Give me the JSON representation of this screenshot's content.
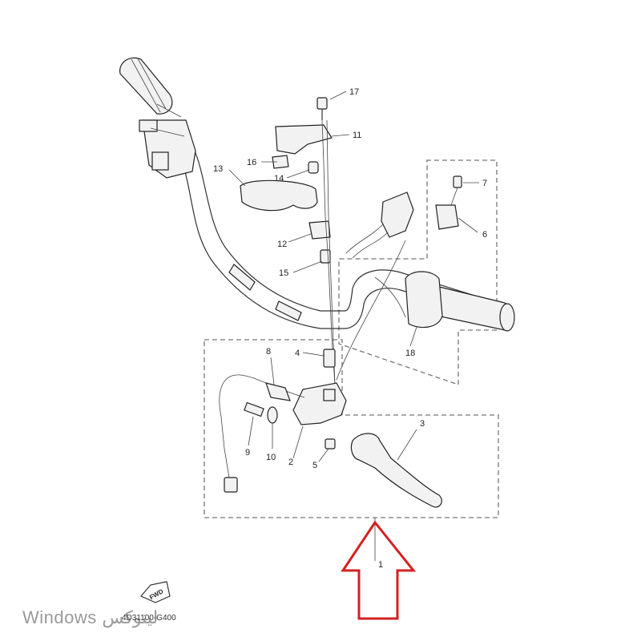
{
  "parts": [
    {
      "id": "1",
      "label": "1"
    },
    {
      "id": "2",
      "label": "2"
    },
    {
      "id": "3",
      "label": "3"
    },
    {
      "id": "4",
      "label": "4"
    },
    {
      "id": "5",
      "label": "5"
    },
    {
      "id": "6",
      "label": "6"
    },
    {
      "id": "7",
      "label": "7"
    },
    {
      "id": "8",
      "label": "8"
    },
    {
      "id": "9",
      "label": "9"
    },
    {
      "id": "10",
      "label": "10"
    },
    {
      "id": "11",
      "label": "11"
    },
    {
      "id": "12",
      "label": "12"
    },
    {
      "id": "13",
      "label": "13"
    },
    {
      "id": "14",
      "label": "14"
    },
    {
      "id": "15",
      "label": "15"
    },
    {
      "id": "16",
      "label": "16"
    },
    {
      "id": "17",
      "label": "17"
    },
    {
      "id": "18",
      "label": "18"
    }
  ],
  "fwd_label": "FWD",
  "diagram_code": "4D31100-G400",
  "watermark": "Windows لینوکس",
  "colors": {
    "arrow": "#d42020",
    "dashed_box": "#777777",
    "line": "#333333"
  },
  "icons": {
    "fwd": "fwd-arrow-icon",
    "callout": "red-up-arrow-icon"
  }
}
